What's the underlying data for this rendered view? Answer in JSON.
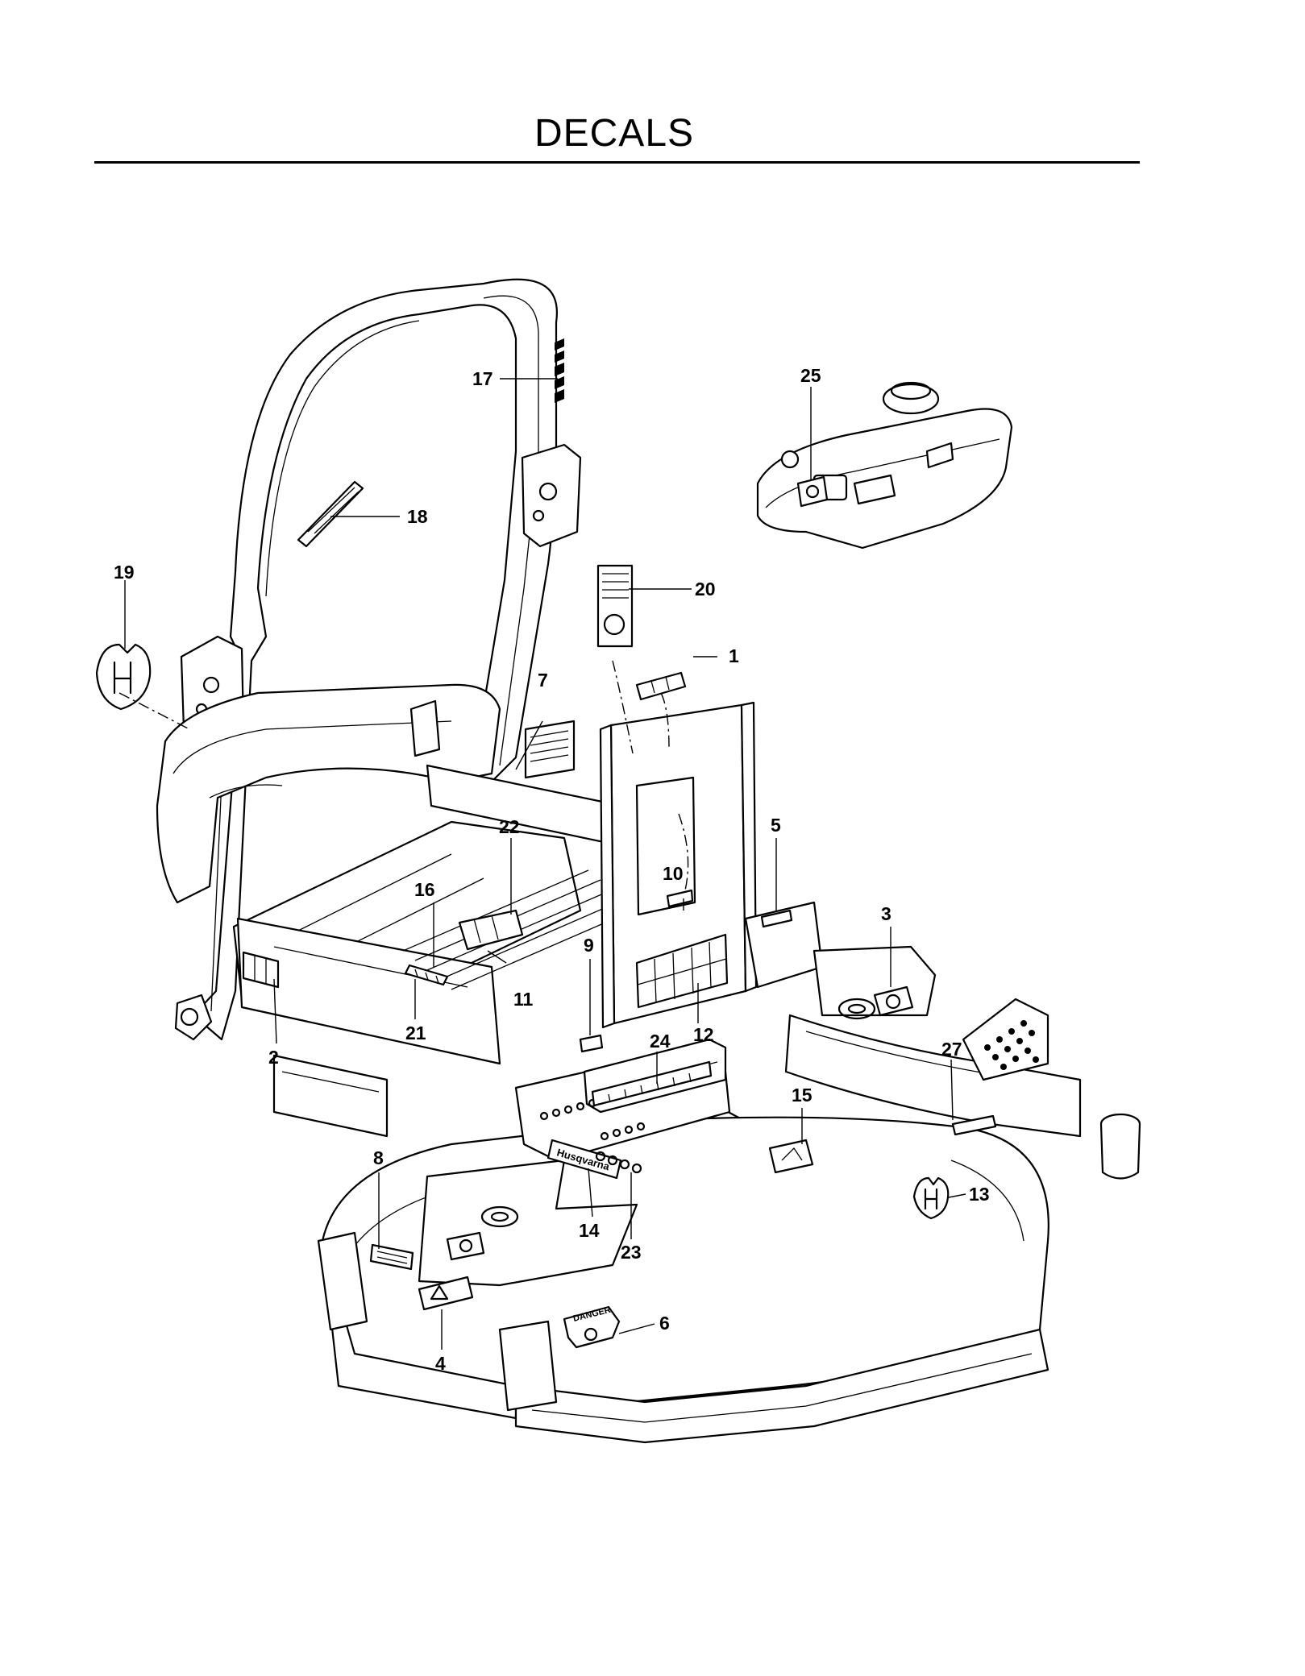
{
  "page": {
    "title": "DECALS"
  },
  "callouts": [
    {
      "label": "1"
    },
    {
      "label": "2"
    },
    {
      "label": "3"
    },
    {
      "label": "4"
    },
    {
      "label": "5"
    },
    {
      "label": "6"
    },
    {
      "label": "7"
    },
    {
      "label": "8"
    },
    {
      "label": "9"
    },
    {
      "label": "10"
    },
    {
      "label": "11"
    },
    {
      "label": "12"
    },
    {
      "label": "13"
    },
    {
      "label": "14"
    },
    {
      "label": "15"
    },
    {
      "label": "16"
    },
    {
      "label": "17"
    },
    {
      "label": "18"
    },
    {
      "label": "19"
    },
    {
      "label": "20"
    },
    {
      "label": "21"
    },
    {
      "label": "22"
    },
    {
      "label": "23"
    },
    {
      "label": "24"
    },
    {
      "label": "25"
    },
    {
      "label": "27"
    }
  ],
  "decal_text": {
    "danger": "DANGER",
    "brand": "Husqvarna"
  }
}
